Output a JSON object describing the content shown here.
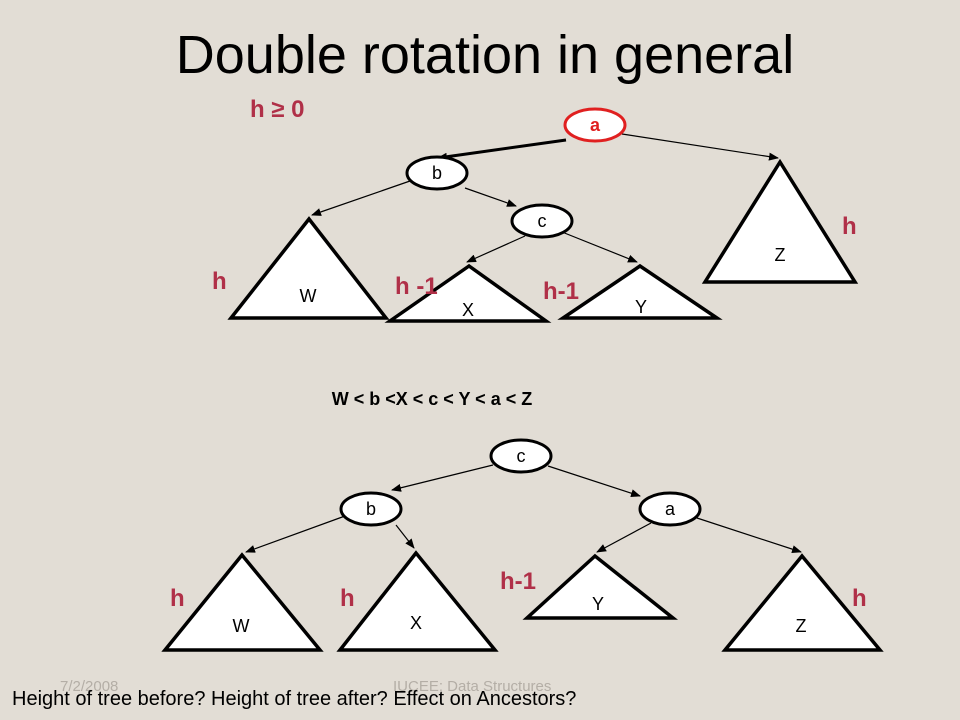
{
  "slide": {
    "title": "Double rotation in general",
    "condition": "h ≥ 0",
    "ordering": "W < b <X < c < Y < a < Z",
    "footer_date": "7/2/2008",
    "footer_course": "IUCEE: Data Structures",
    "question": "Height of tree before?   Height of tree after?  Effect on Ancestors?"
  },
  "before": {
    "nodes": {
      "a": "a",
      "b": "b",
      "c": "c"
    },
    "subtrees": {
      "W": "W",
      "X": "X",
      "Y": "Y",
      "Z": "Z"
    },
    "heights": {
      "W": "h",
      "X": "h -1",
      "Y": "h-1",
      "Z": "h"
    }
  },
  "after": {
    "nodes": {
      "c": "c",
      "b": "b",
      "a": "a"
    },
    "subtrees": {
      "W": "W",
      "X": "X",
      "Y": "Y",
      "Z": "Z"
    },
    "heights": {
      "W": "h",
      "X": "h",
      "Y": "h-1",
      "Z": "h"
    }
  },
  "colors": {
    "background": "#e2ddd5",
    "height_labels": "#b03048",
    "highlight_node": "#e02020"
  }
}
